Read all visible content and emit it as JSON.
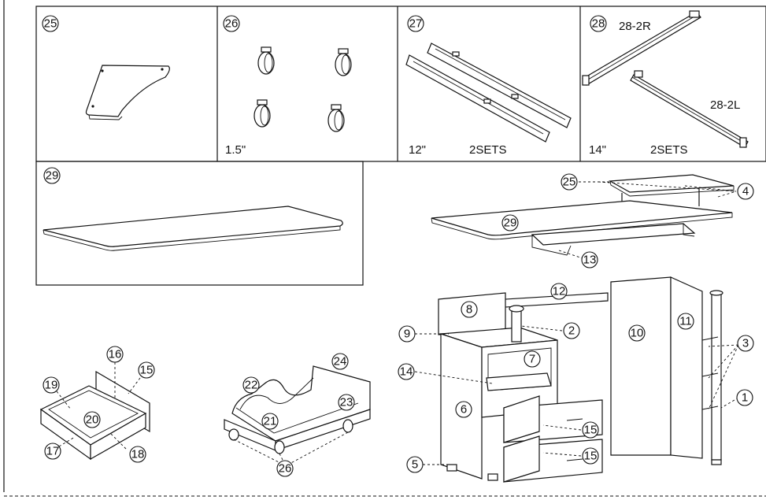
{
  "parts": {
    "p25": {
      "number": "25"
    },
    "p26": {
      "number": "26",
      "size": "1.5\""
    },
    "p27": {
      "number": "27",
      "size": "12\"",
      "qty": "2SETS"
    },
    "p28": {
      "number": "28",
      "size": "14\"",
      "qty": "2SETS",
      "right_label": "28-2R",
      "left_label": "28-2L"
    },
    "p29": {
      "number": "29"
    }
  },
  "assembly_top": {
    "callouts": [
      "25",
      "4",
      "29",
      "13"
    ]
  },
  "drawer_left": {
    "callouts": [
      "16",
      "15",
      "19",
      "20",
      "17",
      "18"
    ]
  },
  "cart": {
    "callouts": [
      "24",
      "22",
      "23",
      "21",
      "26"
    ]
  },
  "assembly_main": {
    "callouts": [
      "12",
      "8",
      "2",
      "9",
      "10",
      "11",
      "3",
      "7",
      "14",
      "6",
      "1",
      "15",
      "15",
      "5"
    ]
  }
}
